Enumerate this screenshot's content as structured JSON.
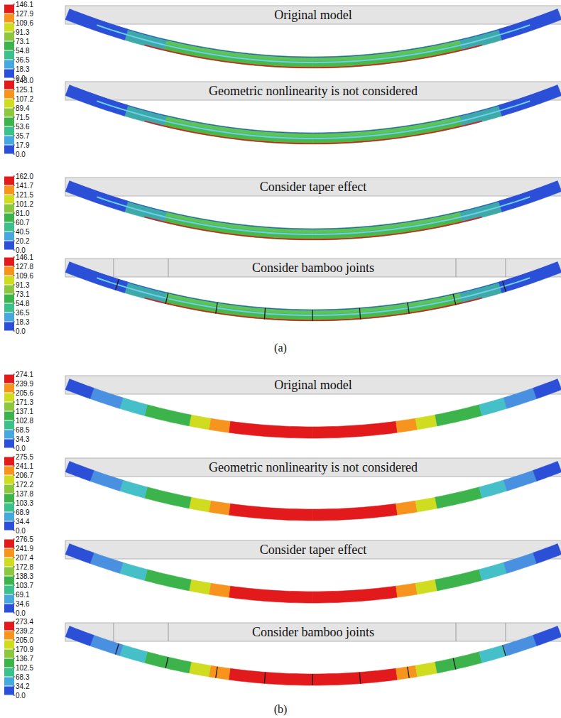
{
  "diagram": {
    "labels": [
      "146.1",
      "127.9",
      "109.6",
      "91.3",
      "73.1",
      "54.8",
      "36.5",
      "18.3",
      "0.0",
      "Original model",
      "143.0",
      "125.1",
      "107.2",
      "89.4",
      "71.5",
      "53.6",
      "35.7",
      "17.9",
      "0.0",
      "Geometric nonlinearity is not considered",
      "162.0",
      "141.7",
      "121.5",
      "101.2",
      "81.0",
      "60.7",
      "40.5",
      "20.2",
      "0.0",
      "Consider taper effect",
      "146.1",
      "127.8",
      "109.6",
      "91.3",
      "73.1",
      "54.8",
      "36.5",
      "18.3",
      "0.0",
      "Consider bamboo joints",
      "(a)",
      "274.1",
      "239.9",
      "205.6",
      "171.3",
      "137.1",
      "102.8",
      "68.5",
      "34.3",
      "0.0",
      "Original model",
      "275.5",
      "241.1",
      "206.7",
      "172.2",
      "137.8",
      "103.3",
      "68.9",
      "34.4",
      "0.0",
      "Geometric nonlinearity is not considered",
      "276.5",
      "241.9",
      "207.4",
      "172.8",
      "138.3",
      "103.7",
      "69.1",
      "34.6",
      "0.0",
      "Consider taper effect",
      "273.4",
      "239.2",
      "205.0",
      "170.9",
      "136.7",
      "102.5",
      "68.3",
      "34.2",
      "0.0",
      "Consider bamboo joints",
      "(b)"
    ]
  }
}
